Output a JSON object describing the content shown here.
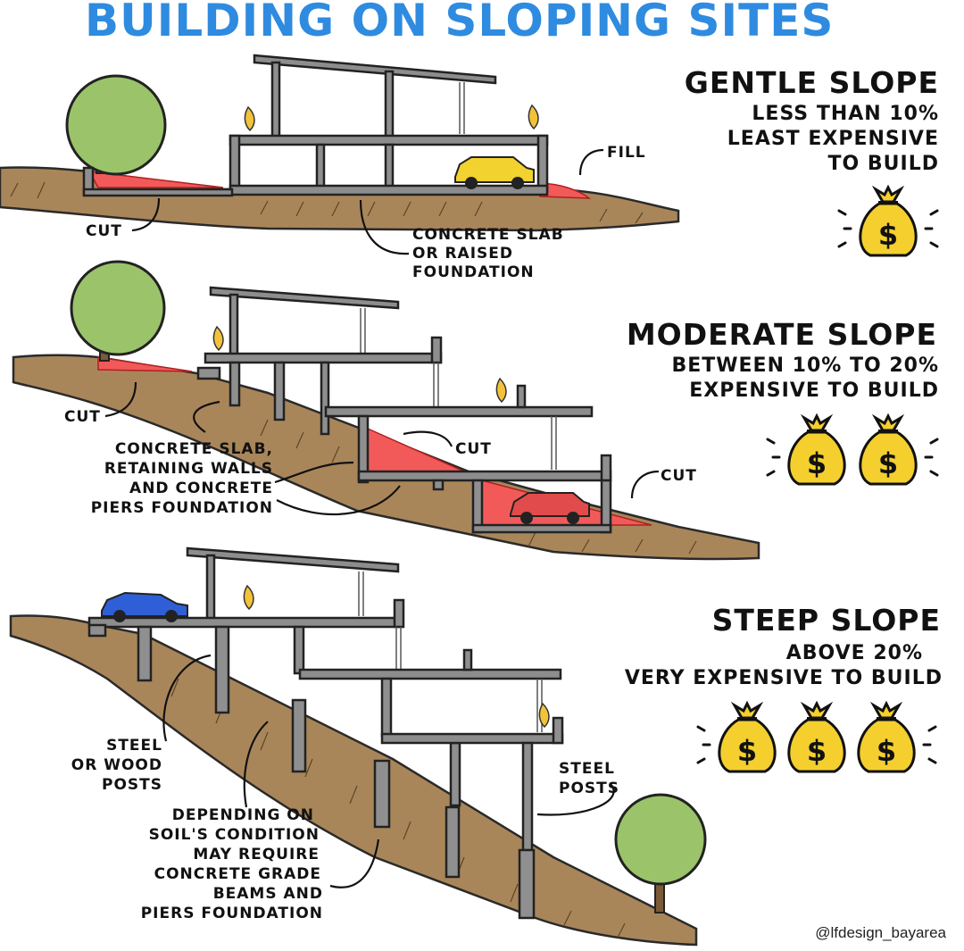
{
  "title": "BUILDING ON SLOPING SITES",
  "sections": {
    "gentle": {
      "heading": "GENTLE SLOPE",
      "line1": "LESS THAN 10%",
      "line2": "LEAST EXPENSIVE",
      "line3": "TO BUILD",
      "cost_bags": 1,
      "labels": {
        "fill": "FILL",
        "cut": "CUT",
        "foundation_1": "CONCRETE SLAB",
        "foundation_2": "OR RAISED",
        "foundation_3": "FOUNDATION"
      }
    },
    "moderate": {
      "heading": "MODERATE SLOPE",
      "line1": "BETWEEN 10% TO 20%",
      "line2": "EXPENSIVE TO BUILD",
      "cost_bags": 2,
      "labels": {
        "cut_left": "CUT",
        "cut_mid": "CUT",
        "cut_right": "CUT",
        "foundation_1": "CONCRETE SLAB,",
        "foundation_2": "RETAINING WALLS",
        "foundation_3": "AND CONCRETE",
        "foundation_4": "PIERS FOUNDATION"
      }
    },
    "steep": {
      "heading": "STEEP SLOPE",
      "line1": "ABOVE  20%",
      "line2": "VERY EXPENSIVE TO BUILD",
      "cost_bags": 3,
      "labels": {
        "posts_1": "STEEL",
        "posts_2": "OR WOOD",
        "posts_3": "POSTS",
        "steel_1": "STEEL",
        "steel_2": "POSTS",
        "soil_1": "DEPENDING ON",
        "soil_2": "SOIL'S CONDITION",
        "soil_3": "MAY REQUIRE",
        "soil_4": "CONCRETE GRADE",
        "soil_5": "BEAMS AND",
        "soil_6": "PIERS FOUNDATION"
      }
    }
  },
  "bag_symbol": "$",
  "credit": "@lfdesign_bayarea",
  "colors": {
    "title": "#2e8be0",
    "ground": "#a9865a",
    "cut_fill": "#f25a5a",
    "money_bag": "#f4cf2e",
    "tree": "#9bc46a",
    "car_gentle": "#f2d22e",
    "car_moderate": "#e24b4b",
    "car_steep": "#2f5fd6"
  }
}
